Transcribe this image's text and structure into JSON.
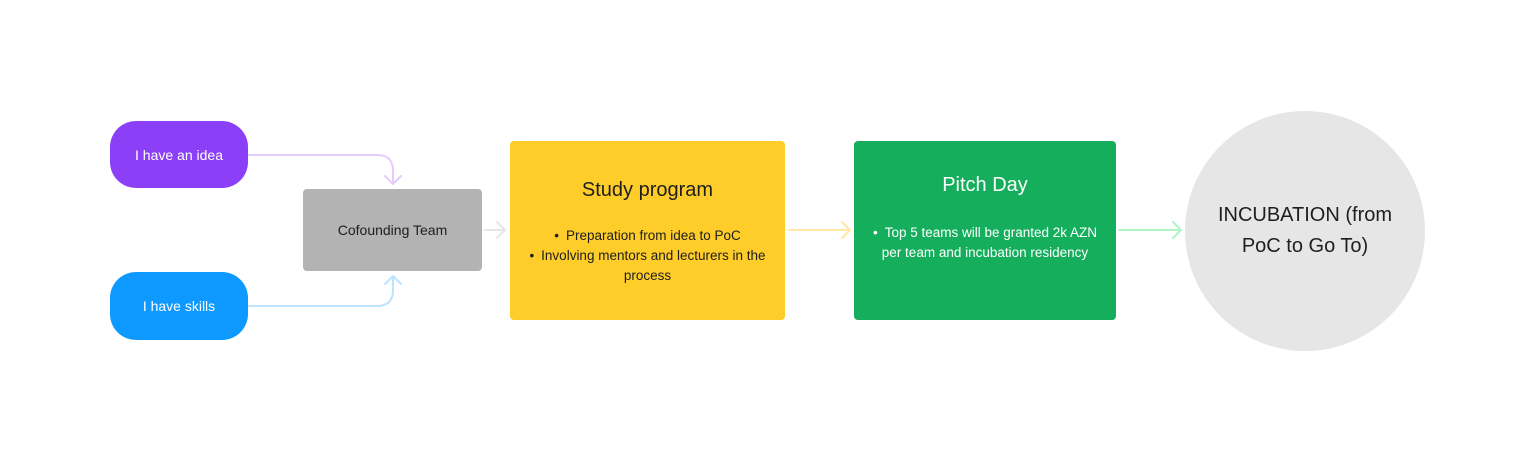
{
  "nodes": {
    "idea": {
      "label": "I have an idea",
      "color": "#8B3FF7"
    },
    "skills": {
      "label": "I have skills",
      "color": "#0D99FF"
    },
    "team": {
      "label": "Cofounding Team",
      "color": "#B3B3B3"
    },
    "study": {
      "title": "Study program",
      "bullets": [
        "Preparation from idea to PoC",
        "Involving mentors and lecturers in the process"
      ],
      "color": "#FFCD29"
    },
    "pitch": {
      "title": "Pitch Day",
      "bullets": [
        "Top 5 teams will be granted  2k AZN per team and incubation residency"
      ],
      "color": "#14AE5C"
    },
    "incubation": {
      "label": "INCUBATION (from PoC to Go To)",
      "color": "#E6E6E6"
    }
  },
  "connector_colors": {
    "idea_to_team": "#E4CCFF",
    "skills_to_team": "#BDE3FF",
    "team_to_study": "#E6E6E6",
    "study_to_pitch": "#FFE8A3",
    "pitch_to_incubation": "#AFF4C6"
  }
}
